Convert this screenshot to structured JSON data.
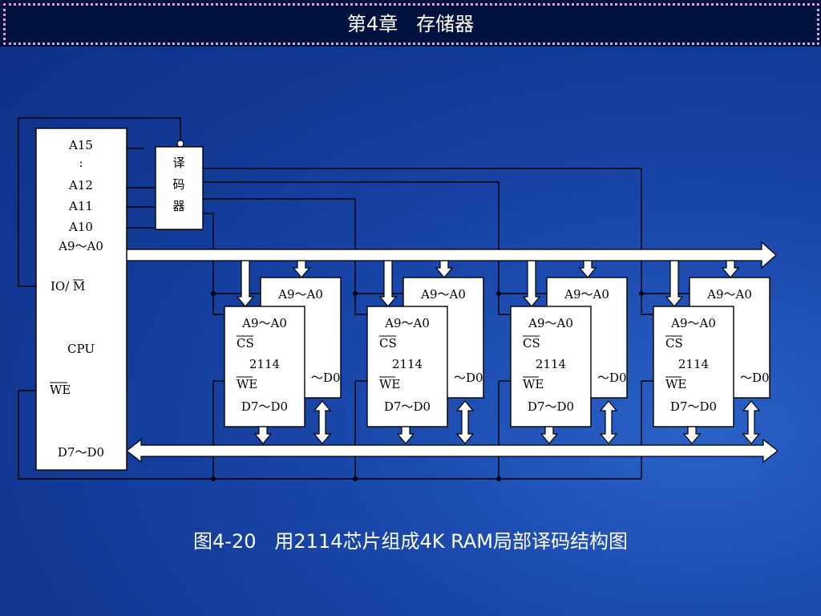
{
  "slide": {
    "title": "第4章   存储器",
    "caption": "图4-20   用2114芯片组成4K RAM局部译码结构图"
  },
  "cpu": {
    "a15": "A15",
    "dots": ":",
    "a12": "A12",
    "a11": "A11",
    "a10": "A10",
    "addr": "A9～A0",
    "iom": "IO/",
    "iom_bar": "M",
    "name": "CPU",
    "we": "WE",
    "data": "D7～D0"
  },
  "decoder": {
    "c1": "译",
    "c2": "码",
    "c3": "器"
  },
  "chip": {
    "addr": "A9～A0",
    "cs": "CS",
    "name": "2114",
    "we": "WE",
    "data": "D7～D0",
    "back_addr": "A9～A0",
    "back_data": "～D0"
  },
  "colors": {
    "title_bg": "#02123f",
    "dot_border": "#e9a0c6",
    "box_fill": "#ffffff",
    "line": "#000000"
  }
}
